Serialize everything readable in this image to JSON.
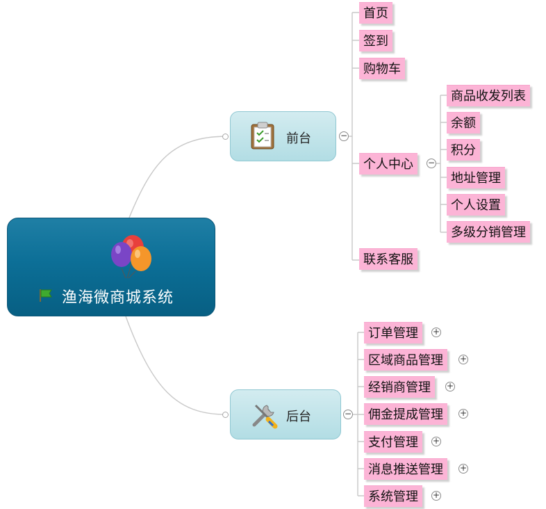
{
  "root": {
    "title": "渔海微商城系统",
    "icon": "balloons-icon",
    "marker": "flag-icon"
  },
  "front": {
    "label": "前台",
    "icon": "clipboard-icon",
    "toggle": "−",
    "items": [
      "首页",
      "签到",
      "购物车",
      "个人中心",
      "联系客服"
    ],
    "personal_center": {
      "toggle": "−",
      "items": [
        "商品收发列表",
        "余额",
        "积分",
        "地址管理",
        "个人设置",
        "多级分销管理"
      ]
    }
  },
  "back": {
    "label": "后台",
    "icon": "tools-icon",
    "toggle": "−",
    "items": [
      "订单管理",
      "区域商品管理",
      "经销商管理",
      "佣金提成管理",
      "支付管理",
      "消息推送管理",
      "系统管理"
    ],
    "item_toggle": "+"
  },
  "colors": {
    "root": "#0c6f97",
    "topic": "#c3e6ec",
    "leaf": "#fcb4d6",
    "line": "#c8c8c8"
  }
}
